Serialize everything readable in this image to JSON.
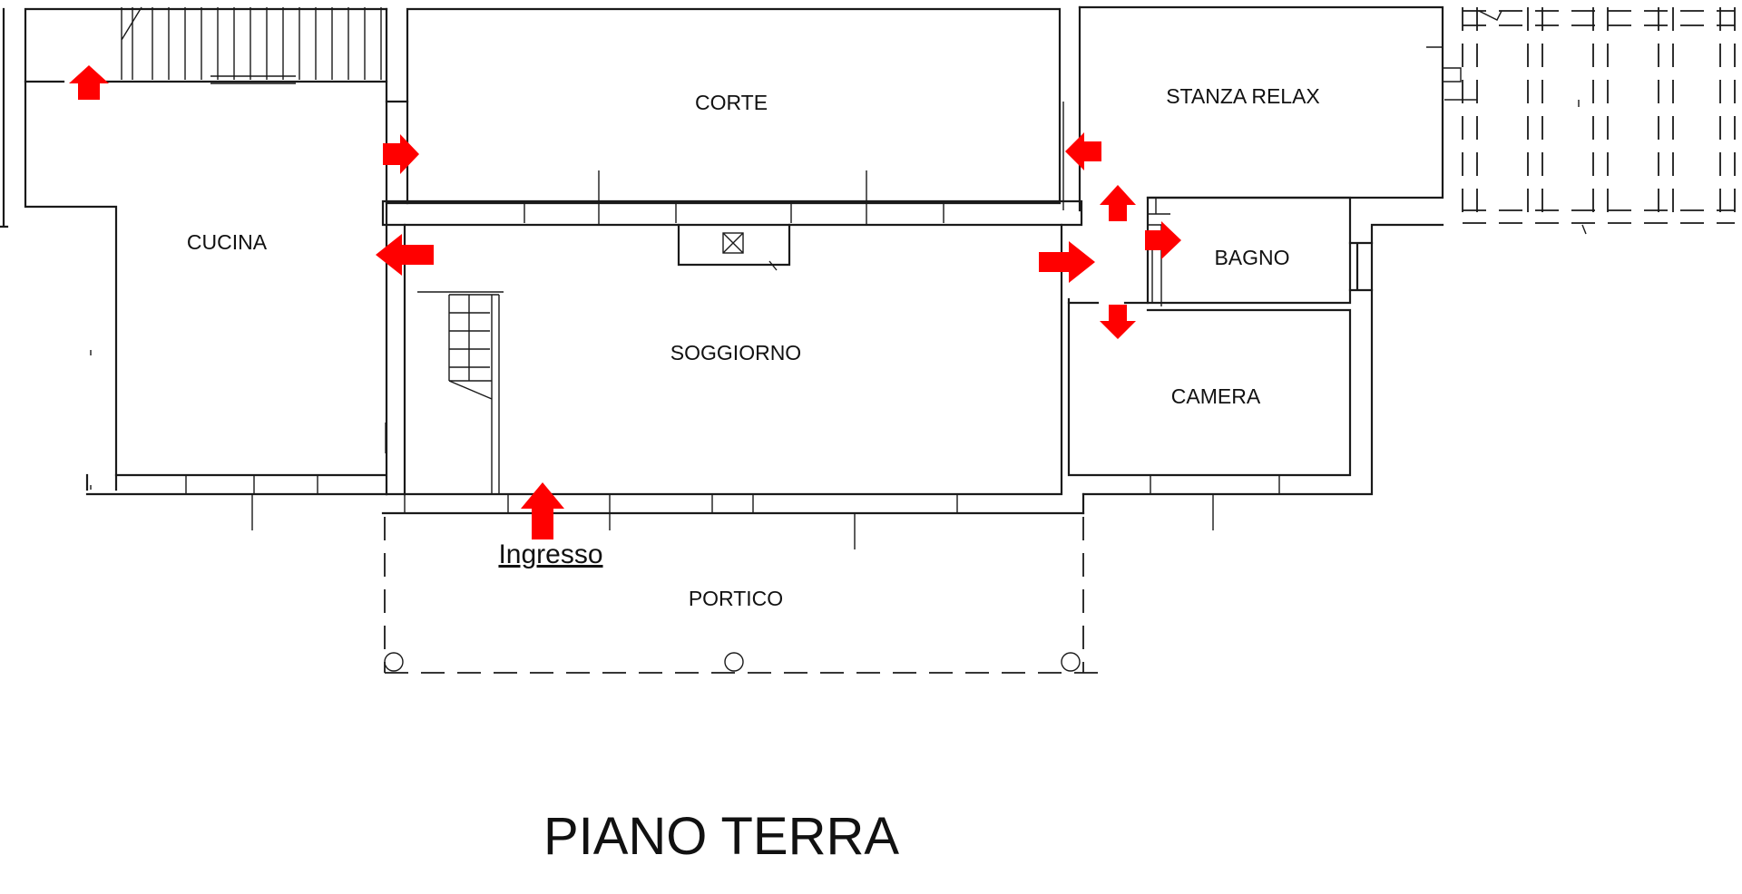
{
  "rooms": {
    "corte": "CORTE",
    "stanza_relax": "STANZA RELAX",
    "cucina": "CUCINA",
    "bagno": "BAGNO",
    "soggiorno": "SOGGIORNO",
    "camera": "CAMERA",
    "portico": "PORTICO"
  },
  "entrance_label": "Ingresso",
  "floor_title": "PIANO TERRA",
  "colors": {
    "arrow": "#ff0000",
    "lines": "#1a1a1a"
  }
}
